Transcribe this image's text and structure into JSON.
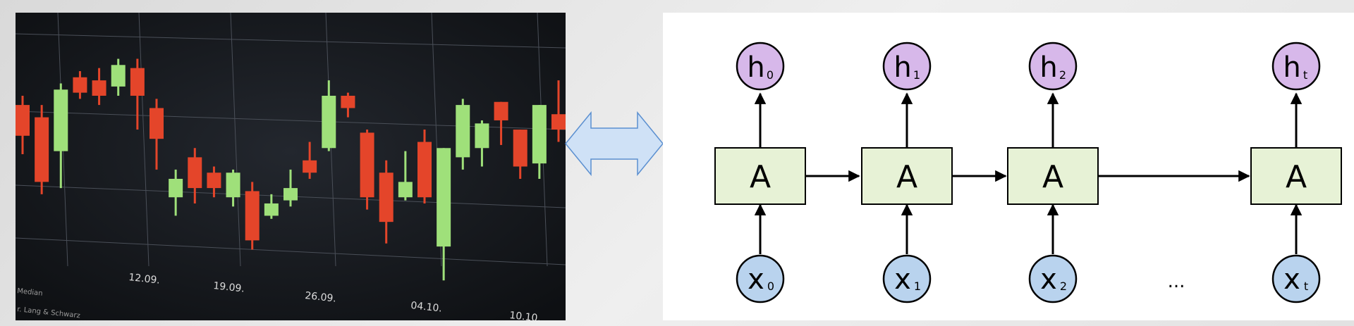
{
  "stock_chart": {
    "date_labels": [
      "12.09.",
      "19.09.",
      "26.09.",
      "04.10.",
      "10.10."
    ],
    "corner_text": [
      "Median",
      "r. Lang & Schwarz"
    ],
    "colors": {
      "background": "#15181d",
      "grid": "#4a4f58",
      "up": "#9fe07a",
      "down": "#e4452a"
    },
    "candles": [
      {
        "dir": "down",
        "wick": [
          0.27,
          0.46
        ],
        "body": [
          0.3,
          0.4
        ]
      },
      {
        "dir": "down",
        "wick": [
          0.3,
          0.59
        ],
        "body": [
          0.34,
          0.55
        ]
      },
      {
        "dir": "up",
        "wick": [
          0.23,
          0.57
        ],
        "body": [
          0.25,
          0.45
        ]
      },
      {
        "dir": "down",
        "wick": [
          0.19,
          0.28
        ],
        "body": [
          0.21,
          0.26
        ]
      },
      {
        "dir": "down",
        "wick": [
          0.18,
          0.3
        ],
        "body": [
          0.22,
          0.27
        ]
      },
      {
        "dir": "up",
        "wick": [
          0.15,
          0.27
        ],
        "body": [
          0.17,
          0.24
        ]
      },
      {
        "dir": "down",
        "wick": [
          0.15,
          0.38
        ],
        "body": [
          0.18,
          0.27
        ]
      },
      {
        "dir": "down",
        "wick": [
          0.28,
          0.51
        ],
        "body": [
          0.31,
          0.41
        ]
      },
      {
        "dir": "up",
        "wick": [
          0.51,
          0.66
        ],
        "body": [
          0.54,
          0.6
        ]
      },
      {
        "dir": "down",
        "wick": [
          0.44,
          0.62
        ],
        "body": [
          0.47,
          0.57
        ]
      },
      {
        "dir": "down",
        "wick": [
          0.5,
          0.6
        ],
        "body": [
          0.52,
          0.57
        ]
      },
      {
        "dir": "up",
        "wick": [
          0.51,
          0.63
        ],
        "body": [
          0.52,
          0.6
        ]
      },
      {
        "dir": "down",
        "wick": [
          0.55,
          0.77
        ],
        "body": [
          0.58,
          0.74
        ]
      },
      {
        "dir": "up",
        "wick": [
          0.59,
          0.67
        ],
        "body": [
          0.62,
          0.66
        ]
      },
      {
        "dir": "up",
        "wick": [
          0.51,
          0.63
        ],
        "body": [
          0.57,
          0.61
        ]
      },
      {
        "dir": "down",
        "wick": [
          0.42,
          0.54
        ],
        "body": [
          0.48,
          0.52
        ]
      },
      {
        "dir": "up",
        "wick": [
          0.22,
          0.45
        ],
        "body": [
          0.27,
          0.44
        ]
      },
      {
        "dir": "down",
        "wick": [
          0.26,
          0.34
        ],
        "body": [
          0.27,
          0.31
        ]
      },
      {
        "dir": "down",
        "wick": [
          0.38,
          0.64
        ],
        "body": [
          0.39,
          0.6
        ]
      },
      {
        "dir": "down",
        "wick": [
          0.48,
          0.75
        ],
        "body": [
          0.52,
          0.68
        ]
      },
      {
        "dir": "up",
        "wick": [
          0.45,
          0.61
        ],
        "body": [
          0.55,
          0.6
        ]
      },
      {
        "dir": "down",
        "wick": [
          0.38,
          0.62
        ],
        "body": [
          0.42,
          0.6
        ]
      },
      {
        "dir": "up",
        "wick": [
          0.44,
          0.87
        ],
        "body": [
          0.44,
          0.76
        ]
      },
      {
        "dir": "up",
        "wick": [
          0.28,
          0.51
        ],
        "body": [
          0.3,
          0.47
        ]
      },
      {
        "dir": "up",
        "wick": [
          0.35,
          0.5
        ],
        "body": [
          0.36,
          0.44
        ]
      },
      {
        "dir": "down",
        "wick": [
          0.29,
          0.43
        ],
        "body": [
          0.29,
          0.35
        ]
      },
      {
        "dir": "down",
        "wick": [
          0.38,
          0.54
        ],
        "body": [
          0.38,
          0.5
        ]
      },
      {
        "dir": "up",
        "wick": [
          0.3,
          0.54
        ],
        "body": [
          0.3,
          0.49
        ]
      },
      {
        "dir": "down",
        "wick": [
          0.22,
          0.42
        ],
        "body": [
          0.33,
          0.38
        ]
      }
    ]
  },
  "rnn": {
    "cell_label": "A",
    "ellipsis": "...",
    "steps": [
      {
        "h": "h",
        "h_sub": "0",
        "x": "x",
        "x_sub": "0"
      },
      {
        "h": "h",
        "h_sub": "1",
        "x": "x",
        "x_sub": "1"
      },
      {
        "h": "h",
        "h_sub": "2",
        "x": "x",
        "x_sub": "2"
      },
      {
        "h": "h",
        "h_sub": "t",
        "x": "x",
        "x_sub": "t"
      }
    ],
    "colors": {
      "cell": "#e7f2d6",
      "hidden": "#d7b8ea",
      "input": "#b9d3ee",
      "stroke": "#000000"
    }
  },
  "connector": {
    "fill": "#cfe1f6",
    "stroke": "#5b8fd0"
  }
}
